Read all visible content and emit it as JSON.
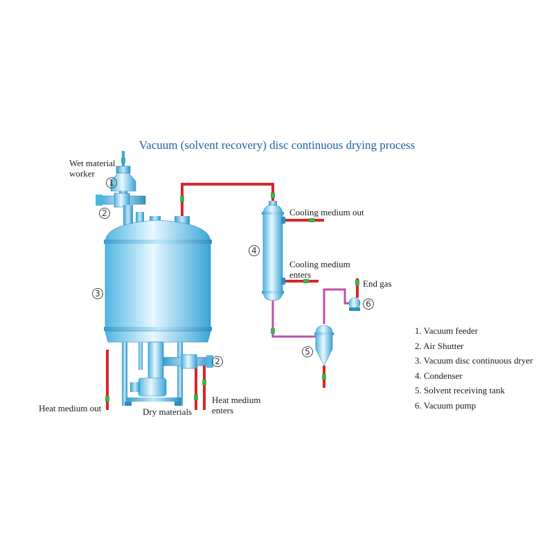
{
  "title": "Vacuum (solvent recovery) disc continuous drying process",
  "labels": {
    "wet_material_worker": [
      "Wet material",
      "worker"
    ],
    "heat_medium_out": "Heat medium out",
    "dry_materials": "Dry materials",
    "heat_medium_enters": [
      "Heat medium",
      "enters"
    ],
    "cooling_medium_out": "Cooling medium out",
    "cooling_medium_enters": [
      "Cooling medium",
      "enters"
    ],
    "end_gas": "End gas"
  },
  "markers": {
    "feeder": "1",
    "air_shutter_top": "2",
    "air_shutter_bottom": "2",
    "dryer": "3",
    "condenser": "4",
    "receiving_tank": "5",
    "vacuum_pump": "6"
  },
  "legend": [
    "1. Vacuum feeder",
    "2. Air Shutter",
    "3. Vacuum disc continuous dryer",
    "4. Condenser",
    "5. Solvent receiving tank",
    "6. Vacuum pump"
  ],
  "colors": {
    "title": "#1f5fa8",
    "vessel": "#7fd3f2",
    "hot_pipe": "#d9252a",
    "solvent_pipe": "#c04fa6",
    "valve_marker": "#3cb44b"
  }
}
